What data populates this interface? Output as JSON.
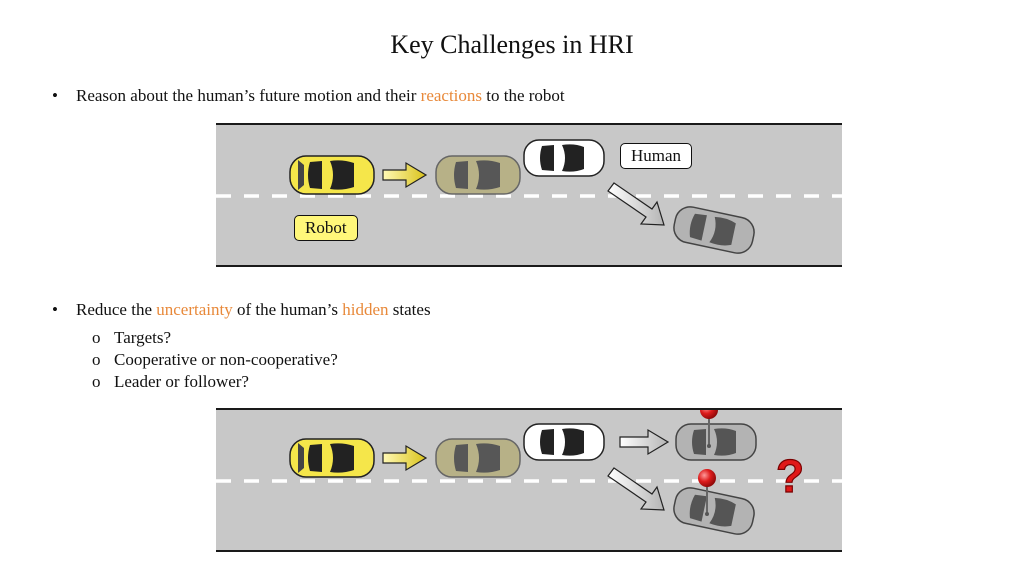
{
  "title": "Key Challenges in HRI",
  "bullet1": {
    "before": "Reason about the human’s future motion and their ",
    "highlight": "reactions",
    "after": " to the robot"
  },
  "bullet2": {
    "before": "Reduce the ",
    "highlight1": "uncertainty",
    "middle": " of the human’s ",
    "highlight2": "hidden",
    "after": " states"
  },
  "subitems": [
    "Targets?",
    "Cooperative or non-cooperative?",
    "Leader or follower?"
  ],
  "labels": {
    "human": "Human",
    "robot": "Robot",
    "question": "?"
  },
  "colors": {
    "accent": "#e8893a",
    "road": "#c8c8c8",
    "robot_car": "#f5e64a",
    "robot_ghost": "#b5ae7c",
    "human_ghost": "#b3b3b3",
    "robot_label_bg": "#fff77a",
    "pin": "#dd1c1c"
  }
}
